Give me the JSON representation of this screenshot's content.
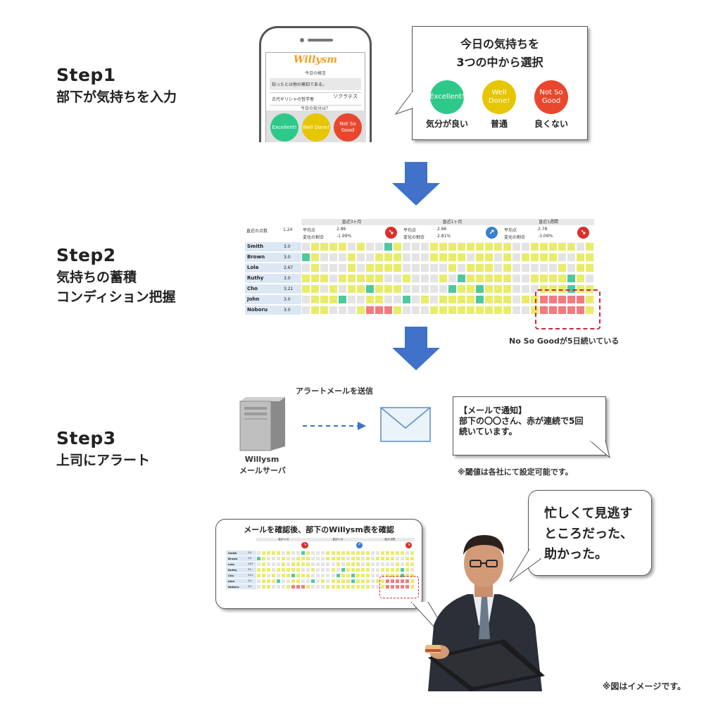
{
  "step1": {
    "title": "Step1",
    "subtitle": "部下が気持ちを入力",
    "phone": {
      "logo": "Willysm",
      "today_quote_label": "今日の格言",
      "quote": "知ったとは他の無知である。",
      "quote_source": "古代ギリシャの哲学者",
      "author": "ソクラテス",
      "question": "今日の気分は？",
      "moods": [
        "Excellent!",
        "Well Done!",
        "Not So Good"
      ]
    },
    "bubble": {
      "title_line1": "今日の気持ちを",
      "title_line2": "3つの中から選択",
      "moods": [
        {
          "icon_text": "Excellent!",
          "caption": "気分が良い",
          "color": "#2ec98a"
        },
        {
          "icon_text": "Well Done!",
          "caption": "普通",
          "color": "#e6c600"
        },
        {
          "icon_text": "Not So Good",
          "caption": "良くない",
          "color": "#e8472e"
        }
      ]
    }
  },
  "step2": {
    "title": "Step2",
    "subtitle_line1": "気持ちの蓄積",
    "subtitle_line2": "コンディション把握",
    "grid": {
      "recent_score_label": "直近の点数",
      "recent_score": "1.24",
      "periods": [
        {
          "label": "直近3ヶ月",
          "avg_label": "平均点",
          "avg": "2.86",
          "change_label": "変化の割合",
          "change": "-1.99%",
          "trend": "down",
          "trend_color": "#d9302c"
        },
        {
          "label": "直近1ヶ月",
          "avg_label": "平均点",
          "avg": "2.86",
          "change_label": "変化の割合",
          "change": "2.81%",
          "trend": "up",
          "trend_color": "#3a7fd0"
        },
        {
          "label": "直近1週間",
          "avg_label": "平均点",
          "avg": "2.78",
          "change_label": "変化の割合",
          "change": "-3.09%",
          "trend": "down",
          "trend_color": "#d9302c"
        }
      ],
      "members": [
        {
          "name": "Smith",
          "score": "3.0"
        },
        {
          "name": "Brown",
          "score": "3.0"
        },
        {
          "name": "Lola",
          "score": "2.67"
        },
        {
          "name": "Ruthy",
          "score": "3.0"
        },
        {
          "name": "Cho",
          "score": "3.21"
        },
        {
          "name": "John",
          "score": "3.0"
        },
        {
          "name": "Noboru",
          "score": "3.0"
        }
      ],
      "colors": {
        "Y": "#e8ec6a",
        "G": "#4fc8a0",
        "R": "#f47a80",
        "E": "#e4e4e4"
      },
      "rows": [
        "EYYYYEYEEGYEEEYYYYYYYYYEEYYYYYEY",
        "GYEEEYEEYYYEEEYYYYEYYEYEYYYYEEYY",
        "EYEEEYEYYYYEEEEEYEYYYEYEEEEEYEYY",
        "YYYEYYYYYEEYEEEYEGYYYYYEEYYYYGYE",
        "YYEYEYYGYYYEEEEEGYYGYYYEEEYYYGYY",
        "EYYYGEEYYEEGEYEYYYYGYYYEYYRRRRRY",
        "EYYEEEYRRRYEEEYYYYYYYYYEEYRRRRRY"
      ],
      "note": "No So Goodが5日続いている"
    }
  },
  "step3": {
    "title": "Step3",
    "subtitle": "上司にアラート",
    "send_label": "アラートメールを送信",
    "server_label_line1": "Willysm",
    "server_label_line2": "メールサーバ",
    "mail_line1": "【メールで通知】",
    "mail_line2": "部下の〇〇さん、赤が連続で5回",
    "mail_line3": "続いています。",
    "threshold_note": "※閾値は各社にて設定可能です。"
  },
  "step4": {
    "mini_title": "メールを確認後、部下のWillysm表を確認",
    "speech_line1": "忙しくて見逃す",
    "speech_line2": "ところだった、",
    "speech_line3": "助かった。",
    "footer": "※図はイメージです。"
  }
}
